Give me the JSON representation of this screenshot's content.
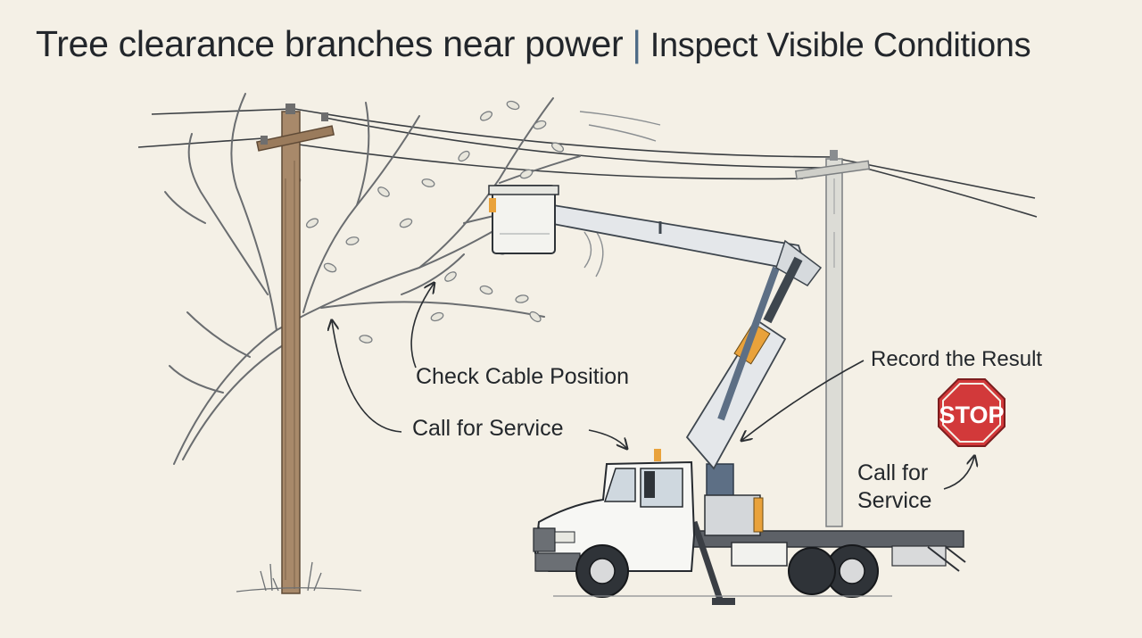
{
  "title": {
    "main": "Tree clearance branches near power",
    "separator": "|",
    "subtitle": "Inspect Visible Conditions"
  },
  "callouts": {
    "check_cable": "Check Cable Position",
    "call_service_left": "Call for Service",
    "record_result": "Record the Result",
    "call_service_right_line1": "Call for",
    "call_service_right_line2": "Service"
  },
  "sign": {
    "text": "STOP",
    "color": "#d2393a"
  },
  "colors": {
    "background": "#f4f0e6",
    "pole": "#a8896a",
    "truck_body": "#f7f7f4",
    "boom": "#dfe3e6",
    "accent": "#e9a23b"
  }
}
